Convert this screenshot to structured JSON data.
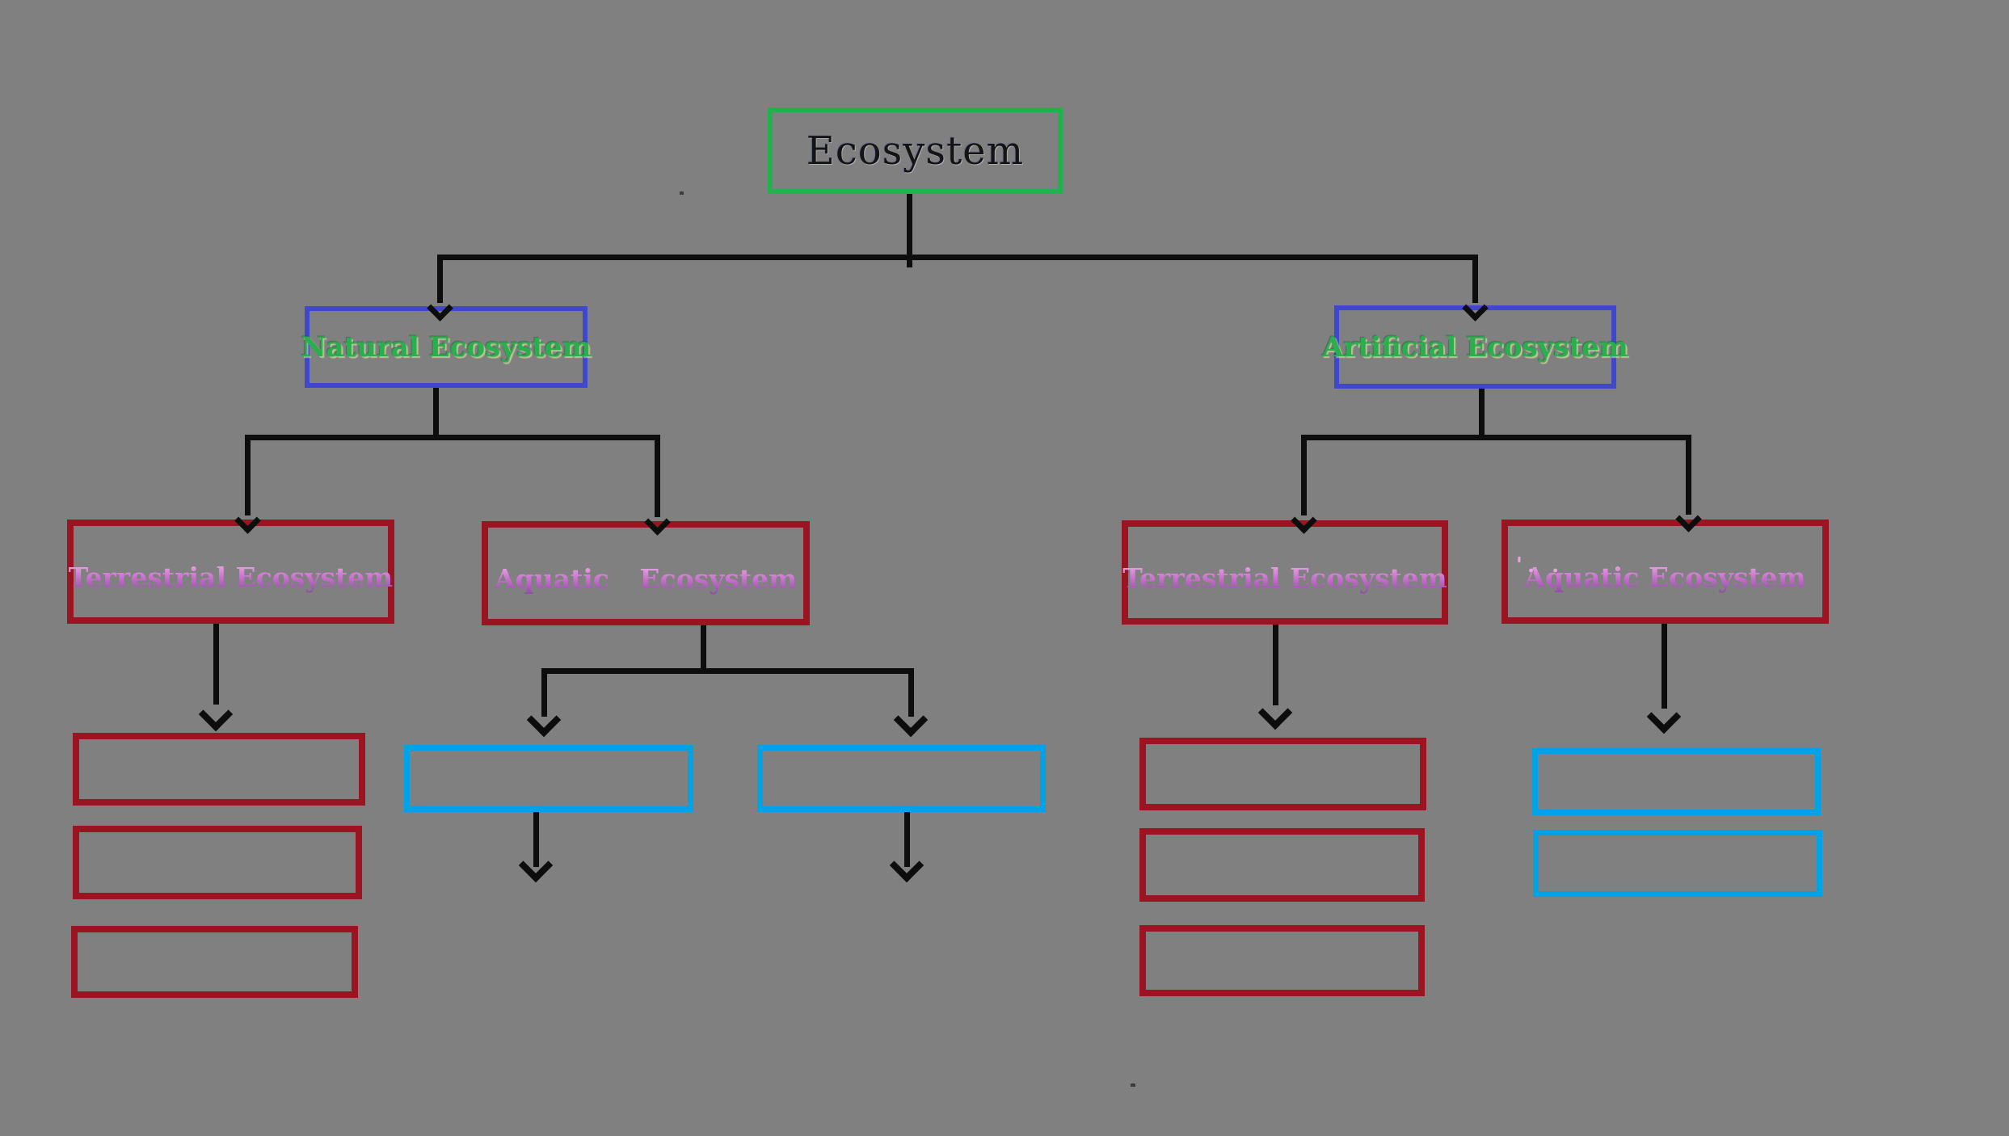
{
  "diagram": {
    "title": "Ecosystem classification flowchart",
    "type": "tree-diagram",
    "background": "#808080"
  },
  "nodes": {
    "root": {
      "label": "Ecosystem"
    },
    "natural": {
      "label": "Natural Ecosystem"
    },
    "artificial": {
      "label": "Artificial Ecosystem"
    },
    "natural_terrestrial": {
      "label": "Terrestrial Ecosystem"
    },
    "natural_aquatic": {
      "label": "Aquatic Ecosystem"
    },
    "artificial_terrestrial": {
      "label": "Terrestrial Ecosystem"
    },
    "artificial_aquatic": {
      "label": "Aquatic Ecosystem",
      "stray_marks": "'. ."
    }
  },
  "structure": {
    "root": "Ecosystem",
    "children": [
      {
        "label": "Natural Ecosystem",
        "children": [
          {
            "label": "Terrestrial Ecosystem",
            "empty_child_boxes": 3,
            "empty_box_color": "#9a1421"
          },
          {
            "label": "Aquatic Ecosystem",
            "empty_child_boxes": 2,
            "empty_box_color": "#00a2e8"
          }
        ]
      },
      {
        "label": "Artificial Ecosystem",
        "children": [
          {
            "label": "Terrestrial Ecosystem",
            "empty_child_boxes": 3,
            "empty_box_color": "#9a1421"
          },
          {
            "label": "Aquatic Ecosystem",
            "empty_child_boxes": 2,
            "empty_box_color": "#00a2e8"
          }
        ]
      }
    ]
  },
  "colors": {
    "bg": "#808080",
    "line": "#0d0d0d",
    "root_border": "#22b14c",
    "level2_border": "#3f48cc",
    "red_border": "#9a1421",
    "cyan_border": "#00a2e8",
    "root_text": "#141414",
    "level2_text": "#2bae4e",
    "lvl3top": "#f0b2e8",
    "lvl3mid": "#c873cc",
    "lvl3bot": "#8d4aa5"
  }
}
